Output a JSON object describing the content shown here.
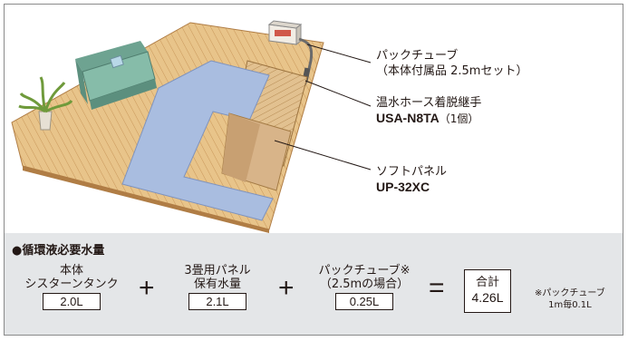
{
  "callouts": {
    "tube": {
      "name": "パックチューブ",
      "detail": "（本体付属品 2.5mセット）"
    },
    "joint": {
      "name": "温水ホース着脱継手",
      "model": "USA-N8TA",
      "qty": "（1個）"
    },
    "panel": {
      "name": "ソフトパネル",
      "model": "UP-32XC"
    }
  },
  "water": {
    "title": "●循環液必要水量",
    "terms": [
      {
        "line1": "本体",
        "line2": "シスターンタンク",
        "value": "2.0L"
      },
      {
        "line1": "3畳用パネル",
        "line2": "保有水量",
        "value": "2.1L"
      },
      {
        "line1": "パックチューブ※",
        "line2": "（2.5mの場合）",
        "value": "0.25L"
      }
    ],
    "plus": "+",
    "equals": "=",
    "total_label": "合計",
    "total_value": "4.26L",
    "note_line1": "※パックチューブ",
    "note_line2": "1m毎0.1L"
  },
  "colors": {
    "floor": "#e8c48a",
    "floor_dark": "#c9975a",
    "carpet": "#a9bde0",
    "panel": "#d8b489",
    "sofa": "#7fb5a3",
    "panel_bg": "#e4e6e8"
  }
}
